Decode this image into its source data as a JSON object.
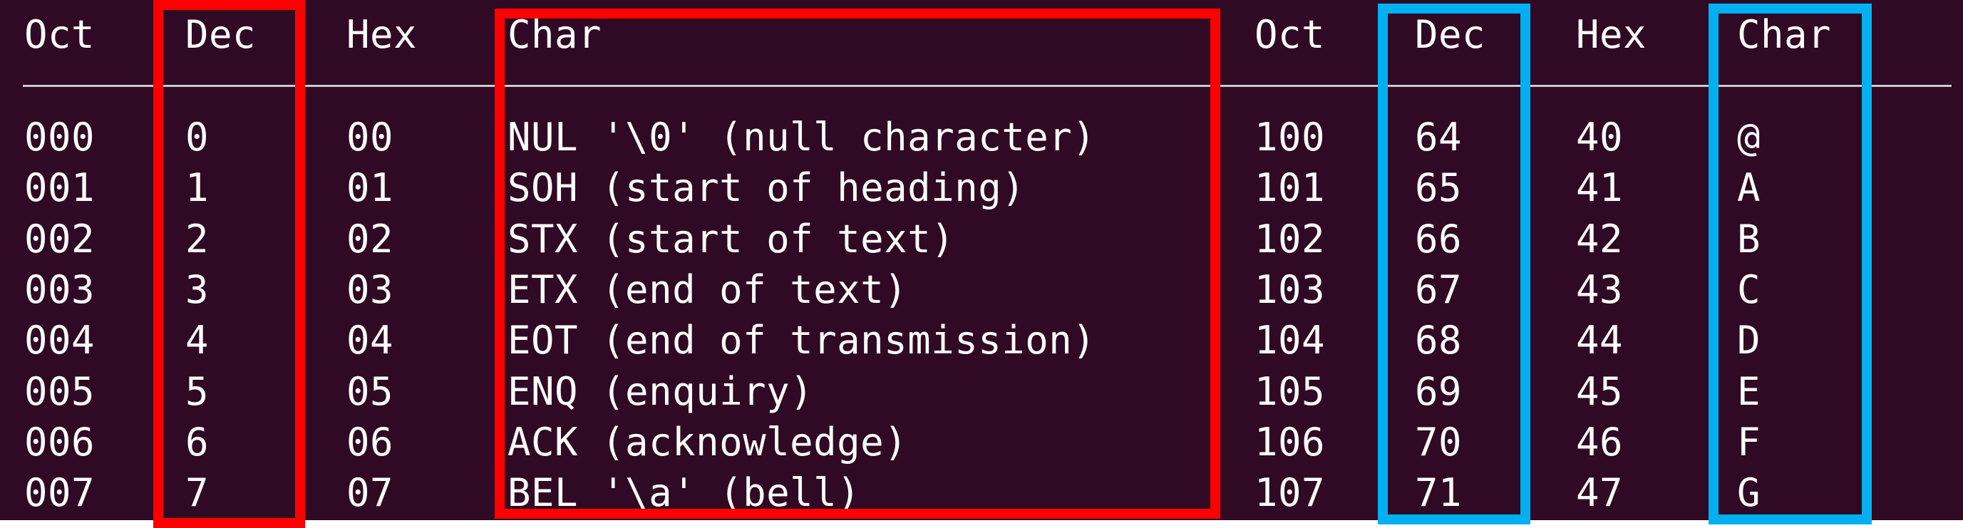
{
  "table": {
    "headers": [
      "Oct",
      "Dec",
      "Hex",
      "Char",
      "Oct",
      "Dec",
      "Hex",
      "Char"
    ],
    "rows": [
      [
        "000",
        "0",
        "00",
        "NUL '\\0' (null character)",
        "100",
        "64",
        "40",
        "@"
      ],
      [
        "001",
        "1",
        "01",
        "SOH (start of heading)",
        "101",
        "65",
        "41",
        "A"
      ],
      [
        "002",
        "2",
        "02",
        "STX (start of text)",
        "102",
        "66",
        "42",
        "B"
      ],
      [
        "003",
        "3",
        "03",
        "ETX (end of text)",
        "103",
        "67",
        "43",
        "C"
      ],
      [
        "004",
        "4",
        "04",
        "EOT (end of transmission)",
        "104",
        "68",
        "44",
        "D"
      ],
      [
        "005",
        "5",
        "05",
        "ENQ (enquiry)",
        "105",
        "69",
        "45",
        "E"
      ],
      [
        "006",
        "6",
        "06",
        "ACK (acknowledge)",
        "106",
        "70",
        "46",
        "F"
      ],
      [
        "007",
        "7",
        "07",
        "BEL '\\a' (bell)",
        "107",
        "71",
        "47",
        "G"
      ]
    ]
  },
  "colors": {
    "terminal_background": "#300a24",
    "text": "#ffffff",
    "highlight_red": "#ff0000",
    "highlight_blue": "#00b0f0"
  }
}
